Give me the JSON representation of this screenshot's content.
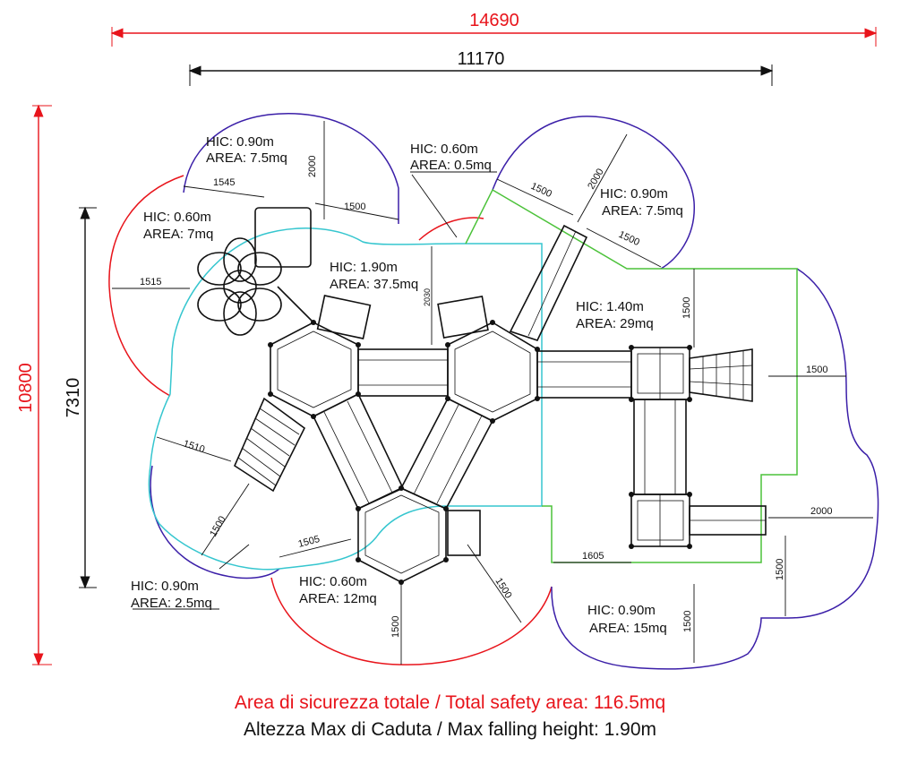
{
  "dimensions": {
    "overall_width": "14690",
    "equipment_width": "11170",
    "overall_depth": "10800",
    "equipment_depth": "7310"
  },
  "zones": {
    "top_left": {
      "hic": "HIC: 0.90m",
      "area": "AREA: 7.5mq",
      "dims": [
        "1545",
        "2000",
        "1500"
      ]
    },
    "top_center": {
      "hic": "HIC: 0.60m",
      "area": "AREA: 0.5mq"
    },
    "top_right": {
      "hic": "HIC: 0.90m",
      "area": "AREA: 7.5mq",
      "dims": [
        "1500",
        "2000",
        "1500"
      ]
    },
    "left": {
      "hic": "HIC: 0.60m",
      "area": "AREA: 7mq",
      "dims": [
        "1515"
      ]
    },
    "center": {
      "hic": "HIC: 1.90m",
      "area": "AREA: 37.5mq",
      "dims": [
        "2030"
      ]
    },
    "right": {
      "hic": "HIC: 1.40m",
      "area": "AREA: 29mq",
      "dims": [
        "1500",
        "1500",
        "2000",
        "1605",
        "1500"
      ]
    },
    "bottom_left": {
      "hic": "HIC: 0.90m",
      "area": "AREA: 2.5mq",
      "dims": [
        "1510",
        "1500",
        "1505"
      ]
    },
    "bottom_center": {
      "hic": "HIC: 0.60m",
      "area": "AREA: 12mq",
      "dims": [
        "1500",
        "1500"
      ]
    },
    "bottom_right": {
      "hic": "HIC: 0.90m",
      "area": "AREA: 15mq",
      "dims": [
        "1500"
      ]
    }
  },
  "footer": {
    "total_area": "Area di sicurezza totale / Total safety area: 116.5mq",
    "max_height": "Altezza Max di Caduta / Max falling height: 1.90m"
  },
  "colors": {
    "red": "#e8141b",
    "blue": "#3b1fa8",
    "cyan": "#36c6cf",
    "green": "#4cc23a",
    "structure": "#111111"
  }
}
